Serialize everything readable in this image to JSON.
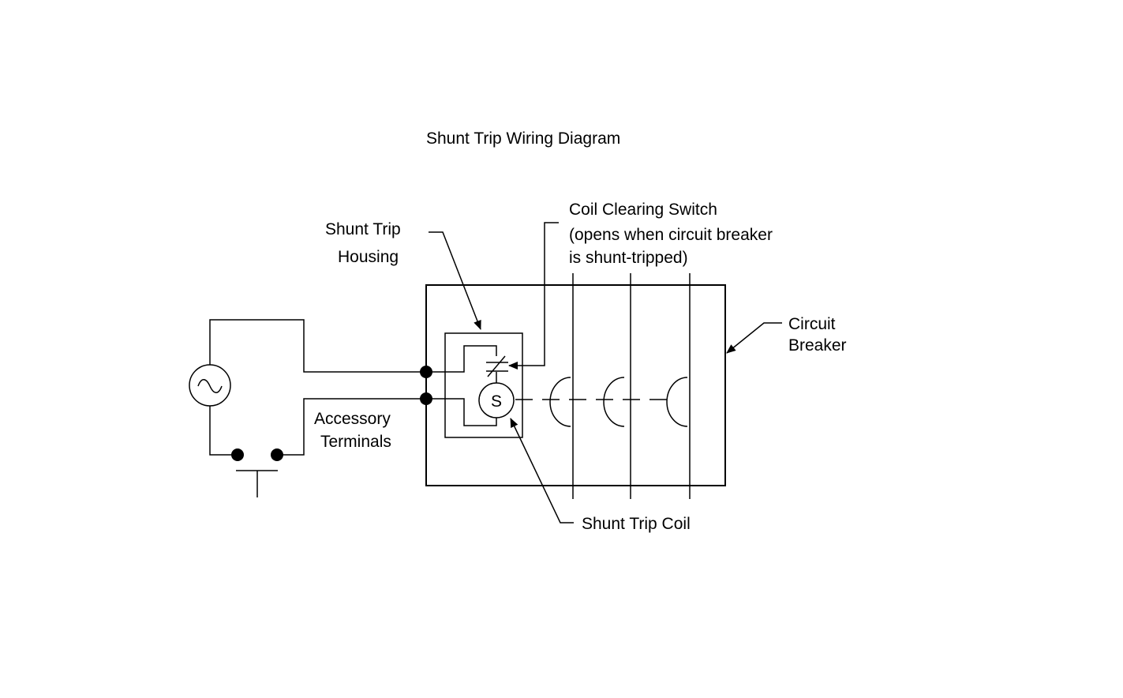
{
  "title": "Shunt Trip Wiring Diagram",
  "labels": {
    "shunt_trip_housing_line1": "Shunt Trip",
    "shunt_trip_housing_line2": "Housing",
    "coil_clearing_switch_line1": "Coil Clearing Switch",
    "coil_clearing_switch_line2": "(opens when circuit breaker",
    "coil_clearing_switch_line3": "is shunt-tripped)",
    "circuit_breaker_line1": "Circuit",
    "circuit_breaker_line2": "Breaker",
    "accessory_terminals_line1": "Accessory",
    "accessory_terminals_line2": "Terminals",
    "shunt_trip_coil": "Shunt Trip Coil",
    "coil_symbol": "S"
  },
  "icons": {
    "ac_source": "ac-source-icon",
    "push_button": "push-button-icon"
  },
  "colors": {
    "line": "#000000",
    "background": "#ffffff"
  }
}
